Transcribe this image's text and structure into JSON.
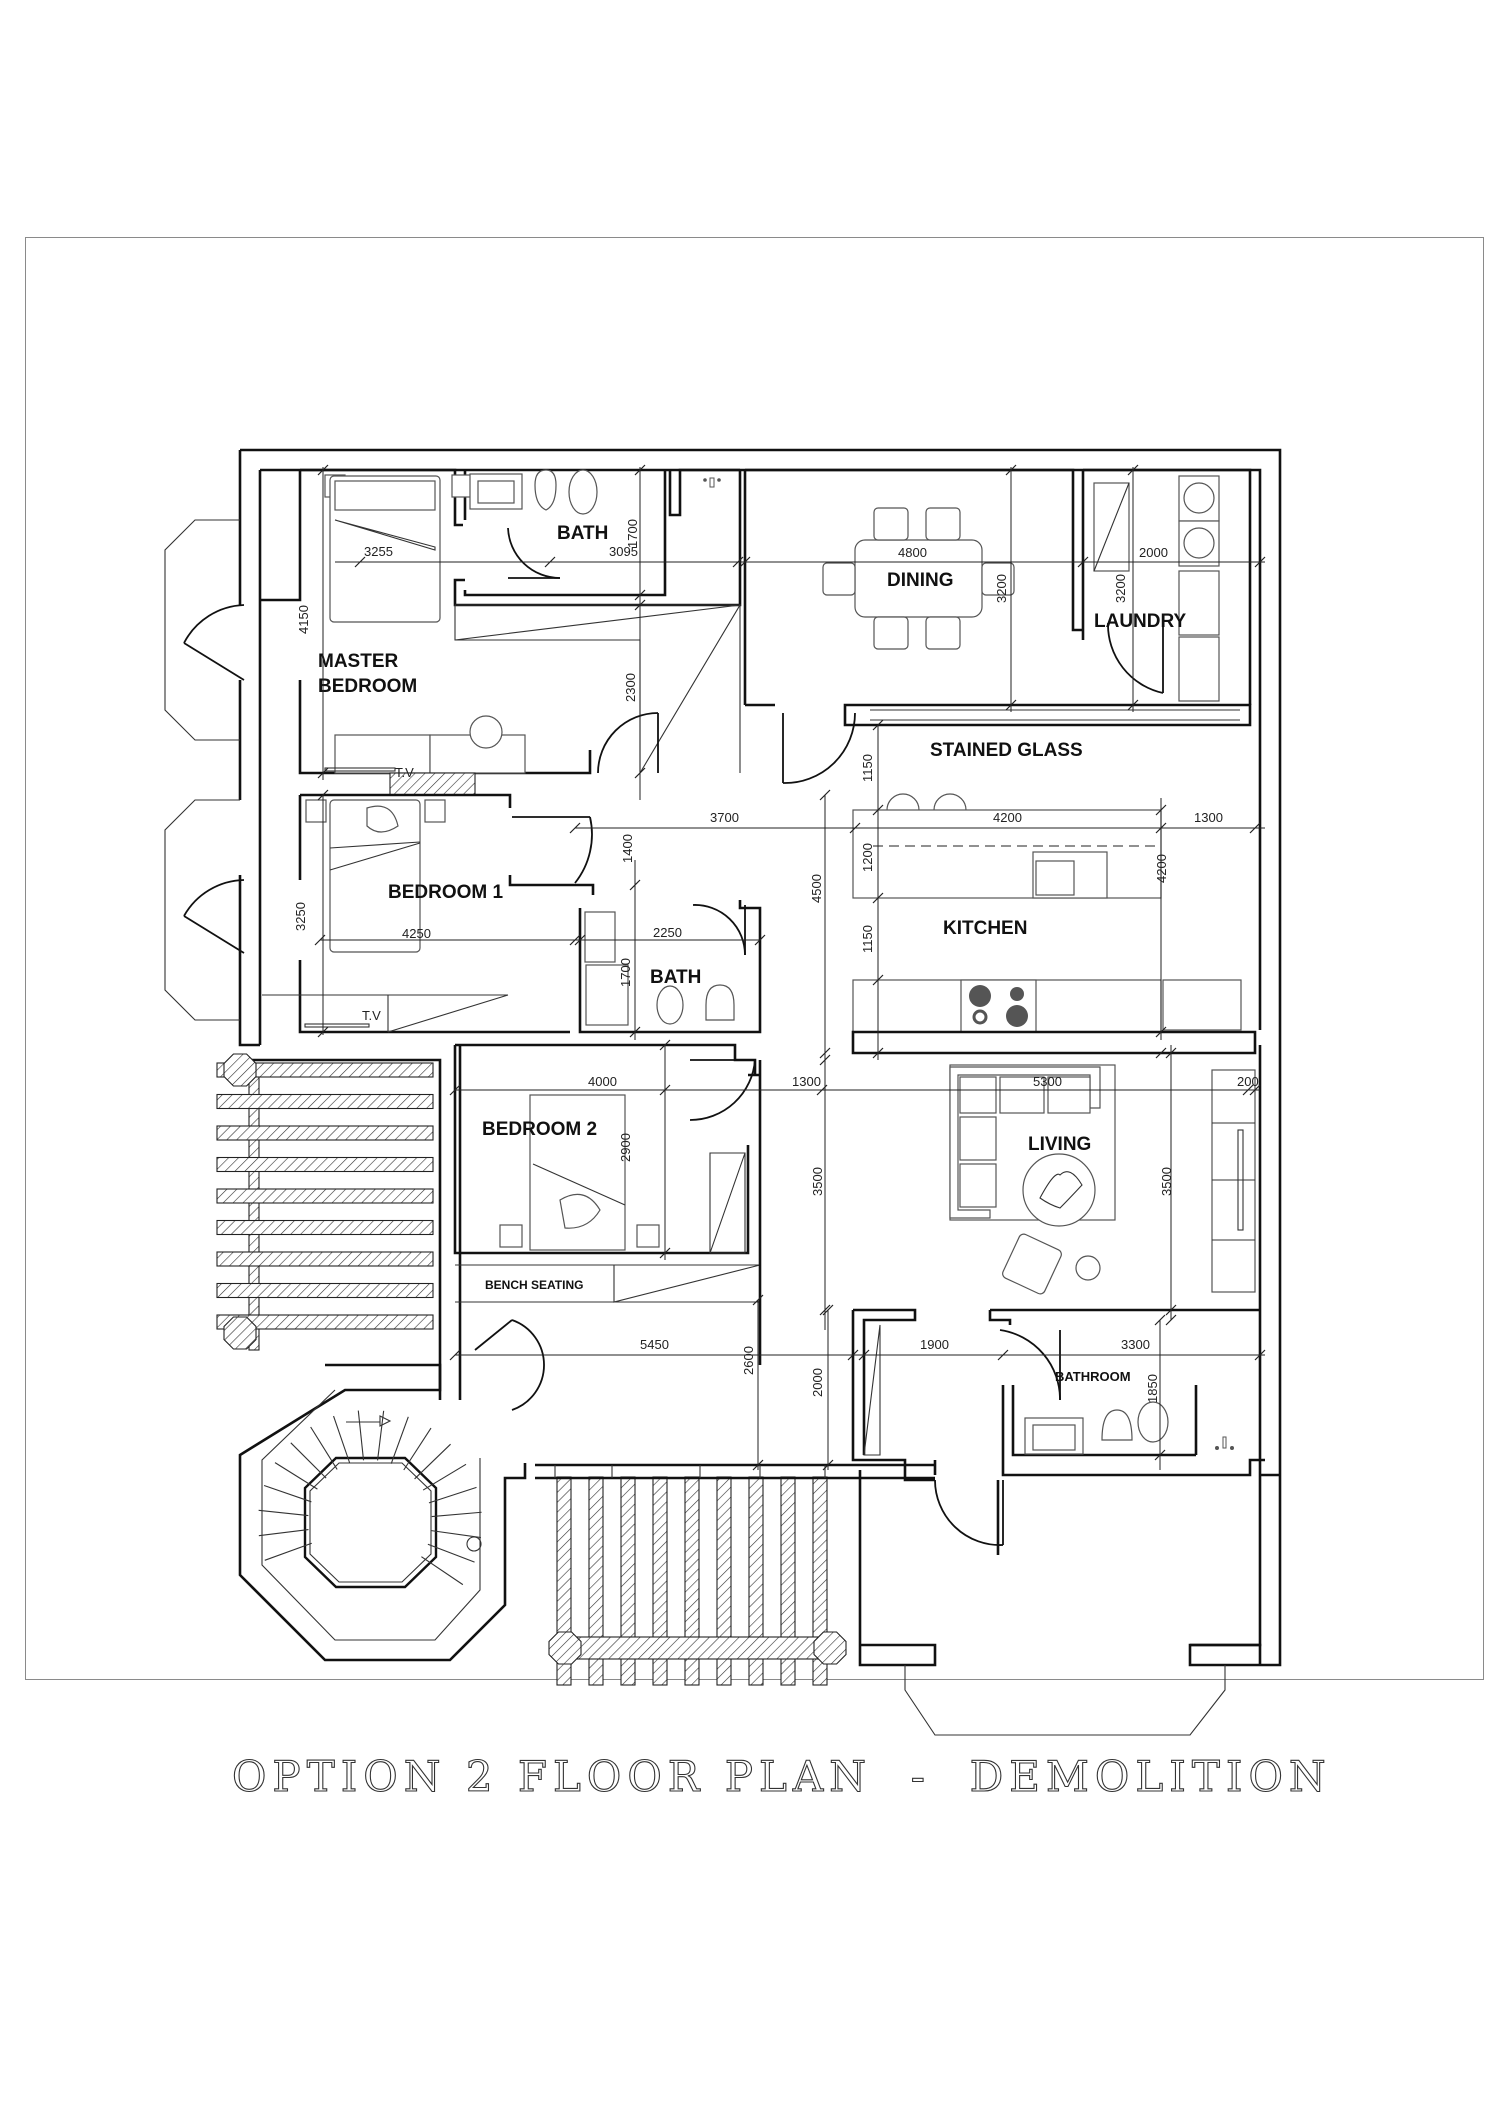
{
  "drawing": {
    "title": "OPTION 2 FLOOR PLAN  -  DEMOLITION"
  },
  "rooms": {
    "master_bedroom": [
      "MASTER",
      "BEDROOM"
    ],
    "master_bath": "BATH",
    "dining": "DINING",
    "laundry": "LAUNDRY",
    "stained_glass": "STAINED GLASS",
    "bedroom_1": "BEDROOM 1",
    "bath_2": "BATH",
    "kitchen": "KITCHEN",
    "bedroom_2": "BEDROOM 2",
    "bench_seating": "BENCH SEATING",
    "living": "LIVING",
    "bathroom": "BATHROOM"
  },
  "furniture_labels": {
    "tv_master": "T.V",
    "tv_bedroom_1": "T.V"
  },
  "dimensions": {
    "master_width": "3255",
    "master_bath_width": "3095",
    "master_bath_depth": "1700",
    "master_depth": "4150",
    "wardrobe_depth": "2300",
    "dining_width": "4800",
    "dining_depth": "3200",
    "laundry_width": "2000",
    "laundry_depth": "3200",
    "corridor_width": "3700",
    "corridor_depth": "1400",
    "stained_glass_depth": "1150",
    "kitchen_width": "4200",
    "kitchen_side": "1300",
    "island_depth": "1200",
    "kitchen_aisle": "1150",
    "kitchen_depth": "4200",
    "hall_depth": "4500",
    "bedroom1_width": "4250",
    "bedroom1_depth": "3250",
    "bath2_width": "2250",
    "bath2_depth": "1700",
    "bedroom2_width": "4000",
    "bedroom2_depth": "2900",
    "hall2_width": "1300",
    "hall2_depth": "3500",
    "living_width": "5300",
    "living_depth": "3500",
    "tv_unit_depth": "200",
    "entry_width": "5450",
    "entry_depth": "2600",
    "lobby_depth": "2000",
    "lobby_width": "1900",
    "bathroom_width": "3300",
    "bathroom_depth": "1850"
  }
}
